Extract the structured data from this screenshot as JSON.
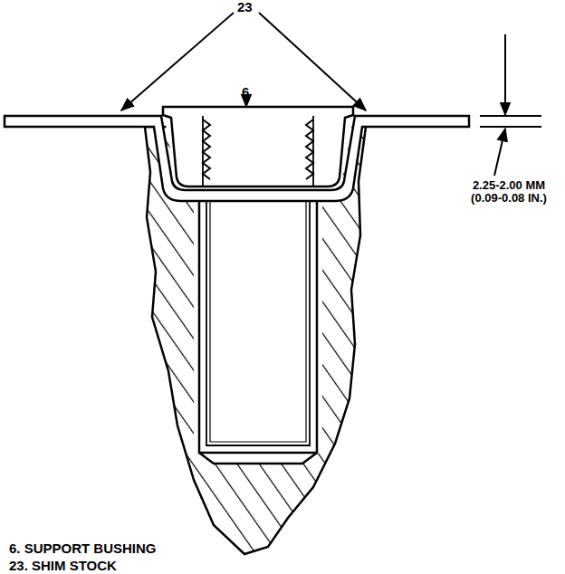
{
  "diagram": {
    "labels": [
      "23",
      "6",
      "2.25-2.00 MM (0.09-0.08 IN.)",
      "6. SUPPORT BUSHING",
      "23. SHIM STOCK"
    ]
  }
}
